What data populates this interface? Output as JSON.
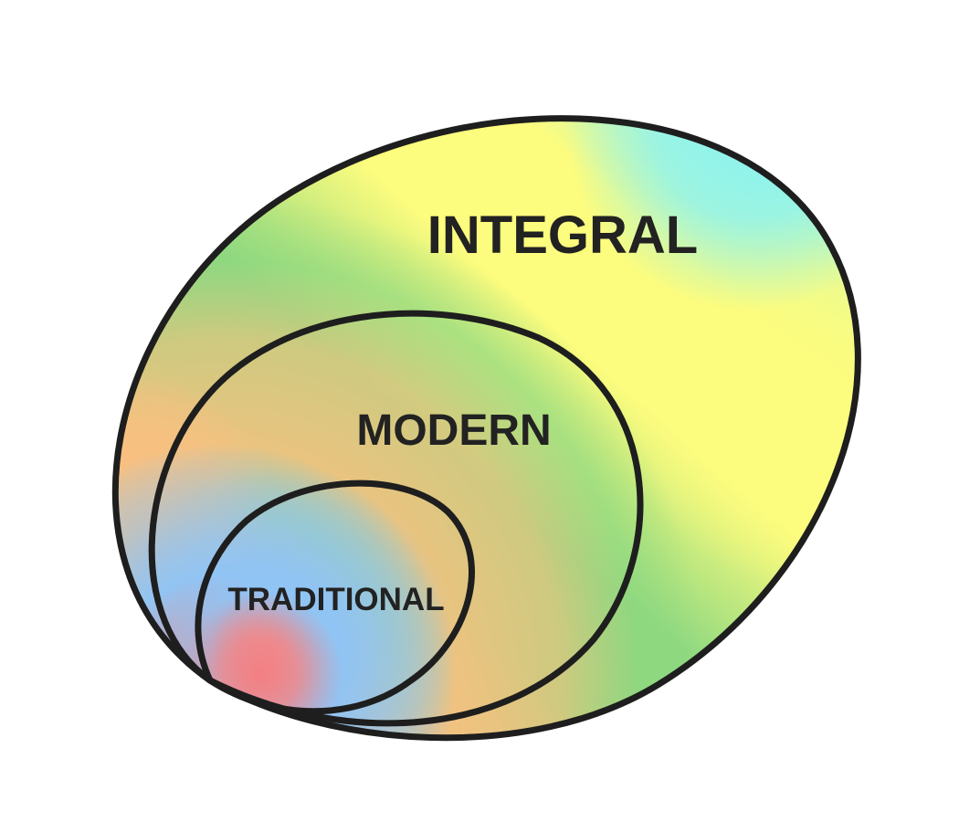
{
  "diagram": {
    "levels": [
      {
        "key": "integral",
        "label": "INTEGRAL"
      },
      {
        "key": "modern",
        "label": "MODERN"
      },
      {
        "key": "traditional",
        "label": "TRADITIONAL"
      }
    ]
  },
  "colors": {
    "outline": "#1e1e1e",
    "text": "#222222",
    "cyan": "#8ff3ee",
    "yellow": "#fcfc7e",
    "green": "#8ed880",
    "orange": "#f9c080",
    "blue": "#8fc4f6",
    "red": "#f28688"
  }
}
